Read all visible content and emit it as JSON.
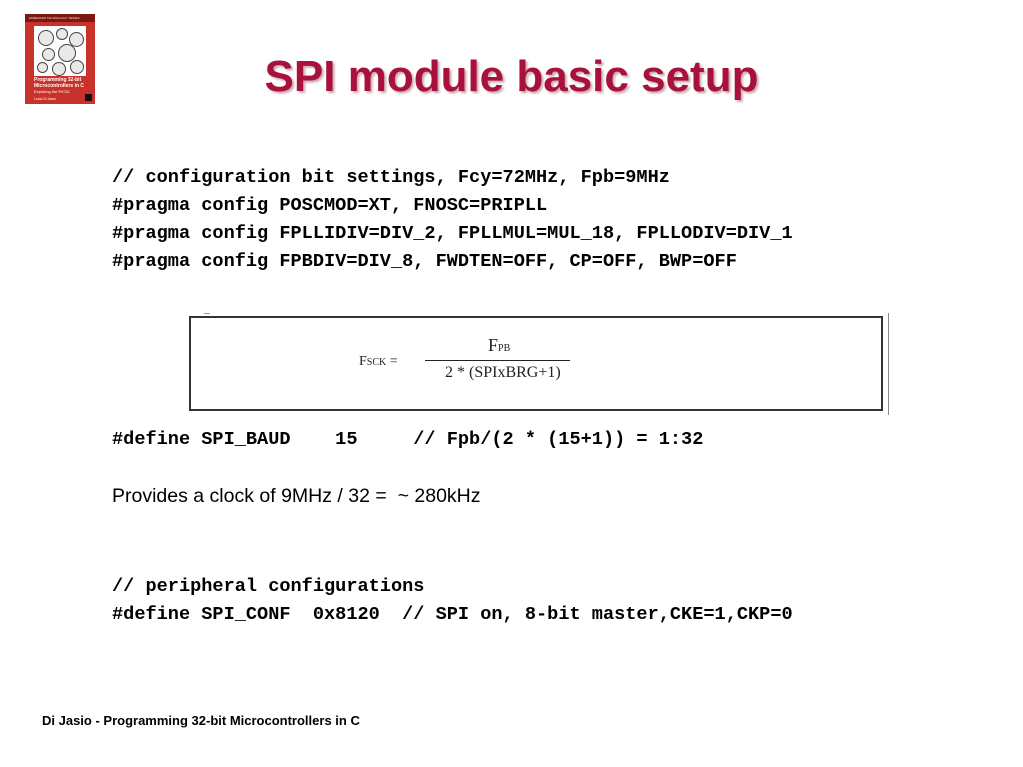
{
  "book_cover": {
    "band_text": "EMBEDDED TECHNOLOGY SERIES",
    "title": "Programming 32-bit Microcontrollers in C",
    "subtitle": "Exploring the PIC32",
    "author": "Lucio Di Jasio"
  },
  "title": "SPI module basic setup",
  "config_code": [
    "// configuration bit settings, Fcy=72MHz, Fpb=9MHz",
    "#pragma config POSCMOD=XT, FNOSC=PRIPLL",
    "#pragma config FPLLIDIV=DIV_2, FPLLMUL=MUL_18, FPLLODIV=DIV_1",
    "#pragma config FPBDIV=DIV_8, FWDTEN=OFF, CP=OFF, BWP=OFF"
  ],
  "formula": {
    "lhs_main": "F",
    "lhs_sub": "SCK",
    "lhs_eq": " =",
    "numerator_main": "F",
    "numerator_sub": "PB",
    "denominator": "2 * (SPIxBRG+1)"
  },
  "baud_define": "#define SPI_BAUD    15     // Fpb/(2 * (15+1)) = 1:32",
  "clock_text": "Provides a clock of 9MHz / 32 =  ~ 280kHz",
  "peripheral_code": [
    "// peripheral configurations",
    "#define SPI_CONF  0x8120  // SPI on, 8-bit master,CKE=1,CKP=0"
  ],
  "footer": "Di Jasio - Programming 32-bit Microcontrollers in C",
  "colors": {
    "title": "#a8123a",
    "book_cover": "#c8322a"
  }
}
